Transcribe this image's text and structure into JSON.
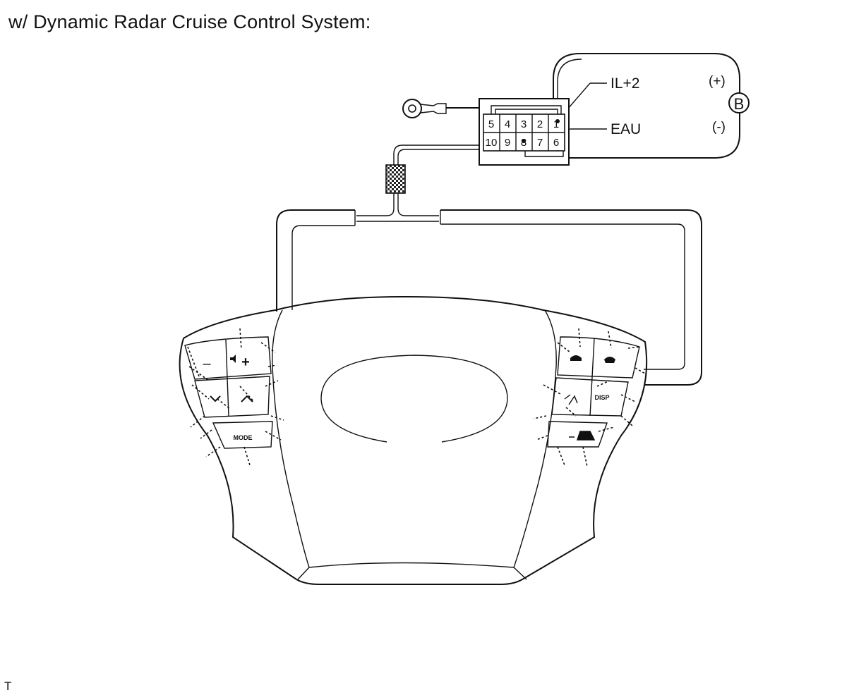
{
  "heading": "w/ Dynamic Radar Cruise Control System:",
  "corner_mark": "T",
  "connector": {
    "top_row": [
      "5",
      "4",
      "3",
      "2",
      "1"
    ],
    "bottom_row": [
      "10",
      "9",
      "8",
      "7",
      "6"
    ]
  },
  "terminals": {
    "il2": "IL+2",
    "eau": "EAU"
  },
  "battery": {
    "symbol": "B",
    "positive": "(+)",
    "negative": "(-)"
  },
  "switch_buttons": {
    "mode": "MODE",
    "disp": "DISP",
    "minus": "–",
    "plus": "+"
  }
}
